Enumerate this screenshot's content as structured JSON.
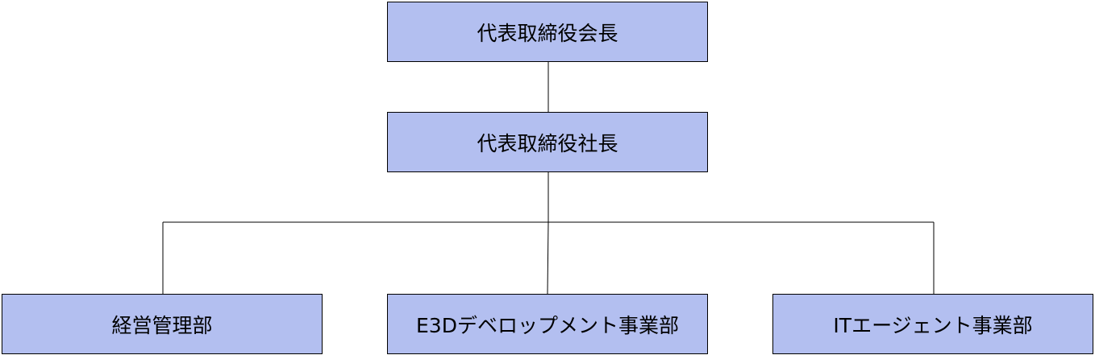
{
  "style": {
    "box_fill": "#b3bff0",
    "box_border": "#000000",
    "line_color": "#000000",
    "text_color": "#000000"
  },
  "org": {
    "chairman": "代表取締役会長",
    "president": "代表取締役社長",
    "departments": [
      "経営管理部",
      "E3Dデベロップメント事業部",
      "ITエージェント事業部"
    ]
  }
}
